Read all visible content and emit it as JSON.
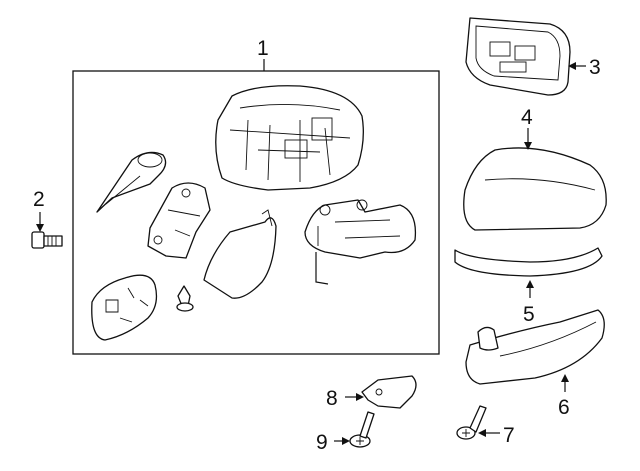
{
  "diagram": {
    "type": "exploded-parts-diagram",
    "background_color": "#ffffff",
    "line_color": "#111111",
    "callouts": [
      {
        "id": "1",
        "label": "1",
        "part_icon": "mirror-assembly-icon"
      },
      {
        "id": "2",
        "label": "2",
        "part_icon": "bolt-icon"
      },
      {
        "id": "3",
        "label": "3",
        "part_icon": "mirror-glass-icon"
      },
      {
        "id": "4",
        "label": "4",
        "part_icon": "mirror-cover-icon"
      },
      {
        "id": "5",
        "label": "5",
        "part_icon": "trim-strip-icon"
      },
      {
        "id": "6",
        "label": "6",
        "part_icon": "lower-cover-icon"
      },
      {
        "id": "7",
        "label": "7",
        "part_icon": "screw-icon"
      },
      {
        "id": "8",
        "label": "8",
        "part_icon": "bracket-icon"
      },
      {
        "id": "9",
        "label": "9",
        "part_icon": "screw-icon"
      }
    ]
  }
}
